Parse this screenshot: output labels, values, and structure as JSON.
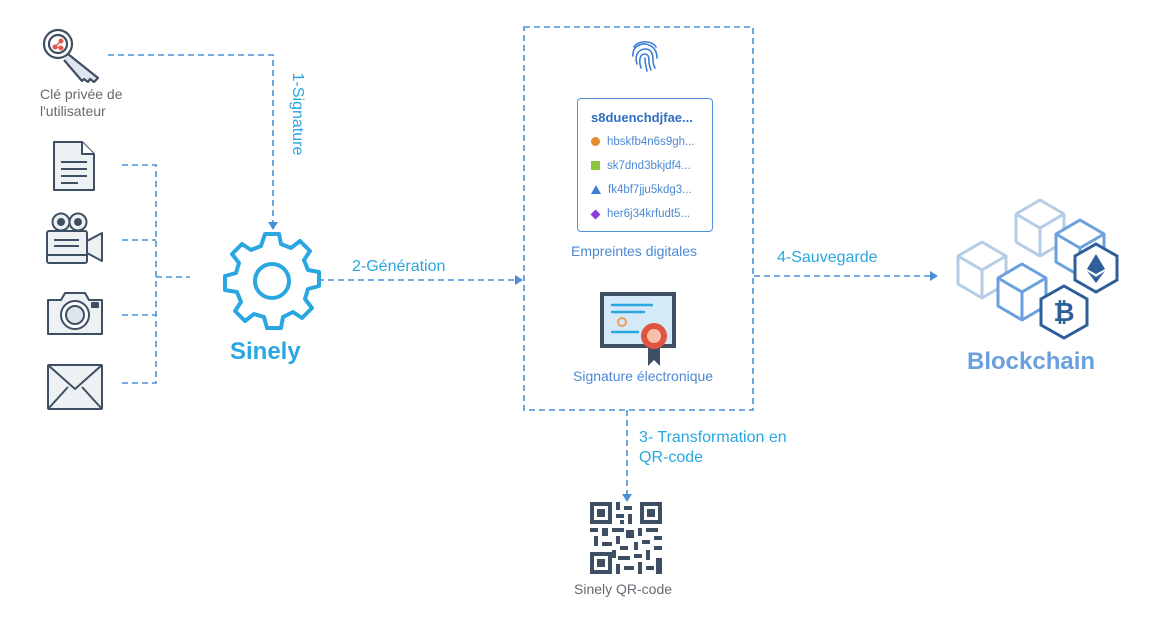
{
  "key": {
    "label_line1": "Clé privée de",
    "label_line2": "l'utilisateur"
  },
  "steps": {
    "signature": "1-Signature",
    "generation": "2-Génération",
    "transformation_line1": "3- Transformation en",
    "transformation_line2": "QR-code",
    "sauvegarde": "4-Sauvegarde"
  },
  "sinely": {
    "label": "Sinely"
  },
  "fingerprints": {
    "title": "s8duenchdjfae...",
    "items": [
      {
        "text": "hbskfb4n6s9gh...",
        "marker": "circle",
        "color": "#e88b2e"
      },
      {
        "text": "sk7dnd3bkjdf4...",
        "marker": "square",
        "color": "#8cc63f"
      },
      {
        "text": "fk4bf7jju5kdg3...",
        "marker": "triangle",
        "color": "#3d7fd9"
      },
      {
        "text": "her6j34krfudt5...",
        "marker": "diamond",
        "color": "#8a3ce0"
      }
    ],
    "label": "Empreintes digitales"
  },
  "signature_electronique": {
    "label": "Signature électronique"
  },
  "blockchain": {
    "label": "Blockchain"
  },
  "qr": {
    "label": "Sinely QR-code"
  },
  "colors": {
    "accent": "#2aa6e0",
    "dashed": "#4a90d9",
    "icon_stroke": "#3f4f63",
    "blockchain": "#6aa0de"
  }
}
